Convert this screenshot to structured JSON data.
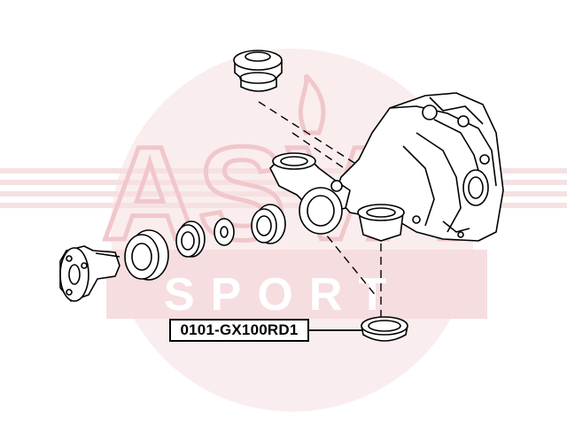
{
  "callout": {
    "part_number": "0101-GX100RD1"
  },
  "watermark": {
    "brand_text": "ASVA",
    "sub_text": "SPORT",
    "color": "#e8a3a8"
  },
  "colors": {
    "line": "#000000",
    "background": "#ffffff"
  }
}
